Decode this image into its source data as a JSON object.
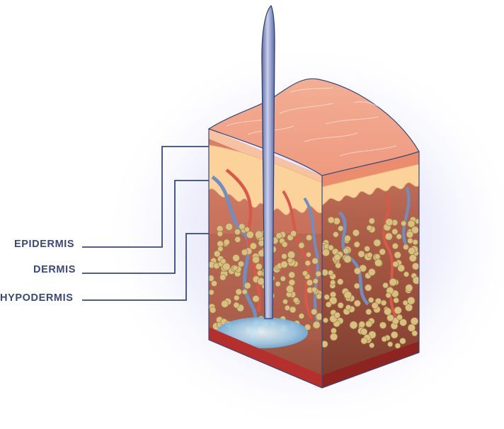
{
  "labels": {
    "epidermis": "EPIDERMIS",
    "dermis": "DERMIS",
    "hypodermis": "HYPODERMIS"
  },
  "colors": {
    "label_text": "#3a4878",
    "leader_line": "#3a4878",
    "skin_surface": "#f0a58e",
    "epidermis_band": "#fbd29a",
    "dermis": "#c8735e",
    "fat_globule": "#d9c080",
    "vein": "#6f8fc4",
    "artery": "#d9584a",
    "muscle_base": "#b5302c",
    "needle": "#7b86b6",
    "injected_fluid": "#a9d4ee"
  }
}
